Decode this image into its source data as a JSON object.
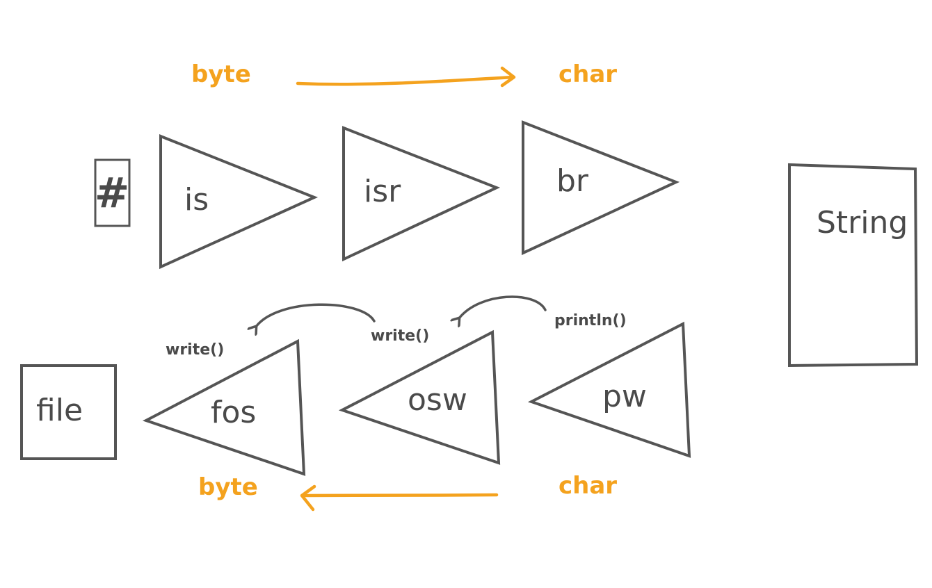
{
  "colors": {
    "stroke": "#555555",
    "text": "#4a4a4a",
    "accent": "#f4a21e",
    "background": "#ffffff"
  },
  "top_flow": {
    "from_label": "byte",
    "to_label": "char"
  },
  "bottom_flow": {
    "from_label": "char",
    "to_label": "byte"
  },
  "keyboard_symbol": "#",
  "input_chain": {
    "is": "is",
    "isr": "isr",
    "br": "br"
  },
  "output_chain": {
    "fos": "fos",
    "osw": "osw",
    "pw": "pw"
  },
  "methods": {
    "fos_write": "write()",
    "osw_write": "write()",
    "pw_println": "println()"
  },
  "file_box": "file",
  "string_box": "String"
}
